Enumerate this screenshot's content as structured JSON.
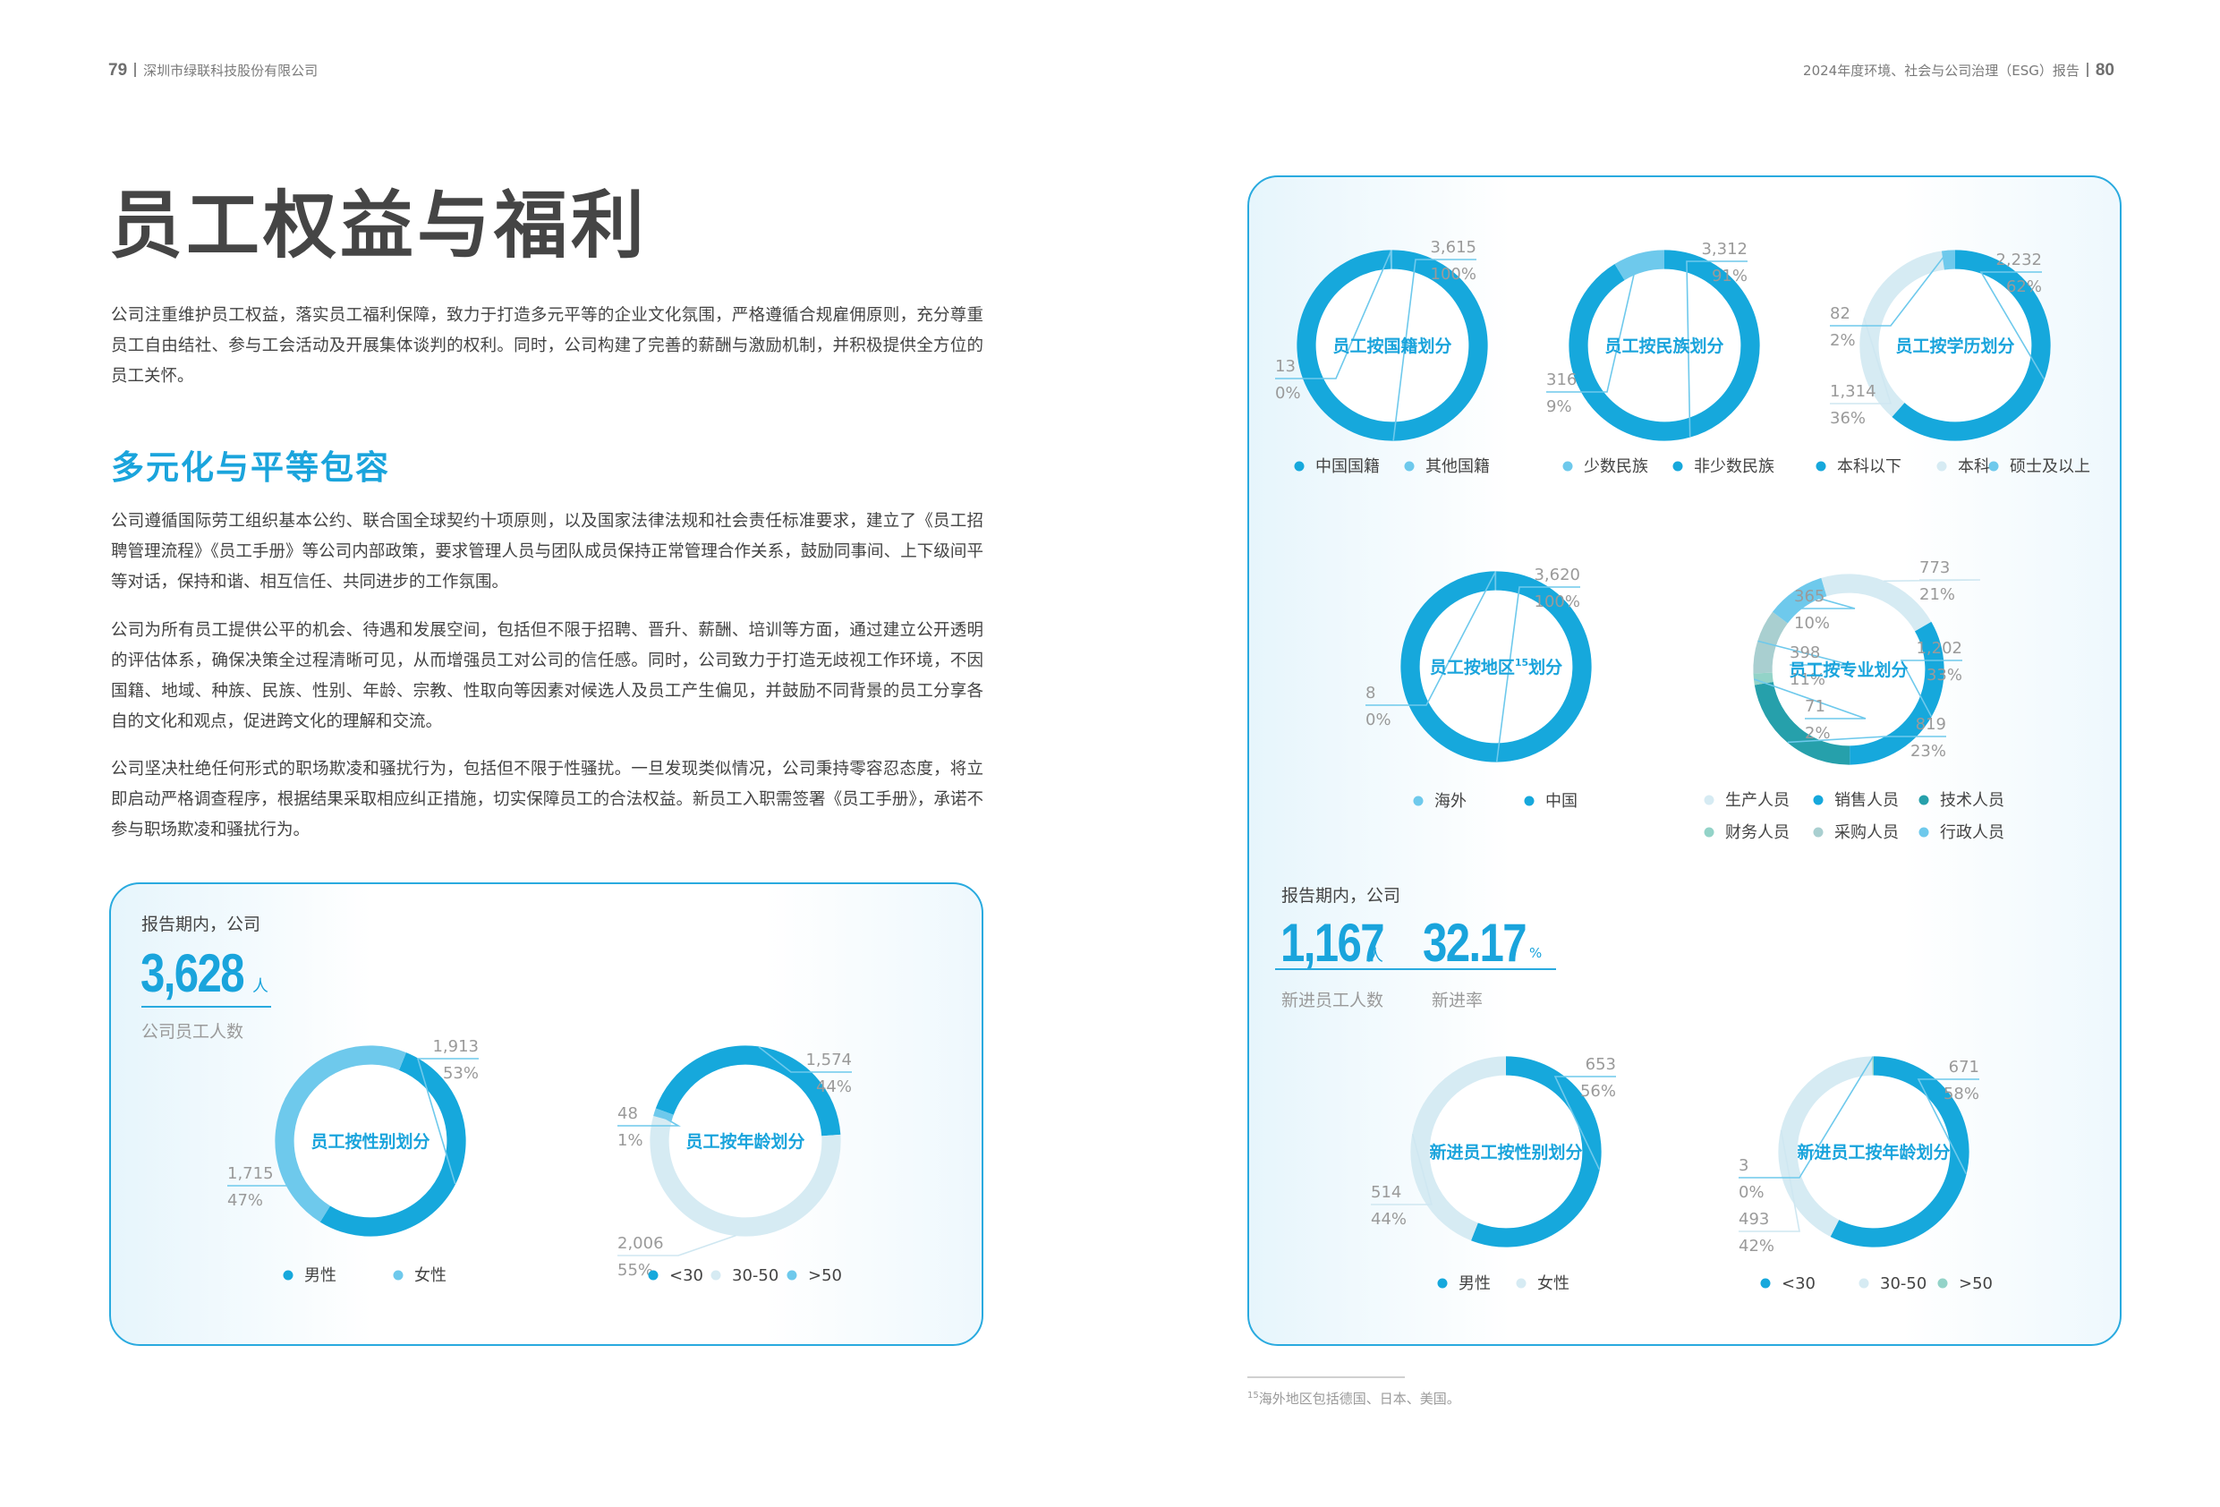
{
  "header": {
    "left_page_number": "79",
    "left_text": "深圳市绿联科技股份有限公司",
    "right_text": "2024年度环境、社会与公司治理（ESG）报告",
    "right_page_number": "80"
  },
  "page_title": "员工权益与福利",
  "intro": "公司注重维护员工权益，落实员工福利保障，致力于打造多元平等的企业文化氛围，严格遵循合规雇佣原则，充分尊重员工自由结社、参与工会活动及开展集体谈判的权利。同时，公司构建了完善的薪酬与激励机制，并积极提供全方位的员工关怀。",
  "section": {
    "title": "多元化与平等包容",
    "paragraphs": [
      "公司遵循国际劳工组织基本公约、联合国全球契约十项原则，以及国家法律法规和社会责任标准要求，建立了《员工招聘管理流程》《员工手册》等公司内部政策，要求管理人员与团队成员保持正常管理合作关系，鼓励同事间、上下级间平等对话，保持和谐、相互信任、共同进步的工作氛围。",
      "公司为所有员工提供公平的机会、待遇和发展空间，包括但不限于招聘、晋升、薪酬、培训等方面，通过建立公开透明的评估体系，确保决策全过程清晰可见，从而增强员工对公司的信任感。同时，公司致力于打造无歧视工作环境，不因国籍、地域、种族、民族、性别、年龄、宗教、性取向等因素对候选人及员工产生偏见，并鼓励不同背景的员工分享各自的文化和观点，促进跨文化的理解和交流。",
      "公司坚决杜绝任何形式的职场欺凌和骚扰行为，包括但不限于性骚扰。一旦发现类似情况，公司秉持零容忍态度，将立即启动严格调查程序，根据结果采取相应纠正措施，切实保障员工的合法权益。新员工入职需签署《员工手册》，承诺不参与职场欺凌和骚扰行为。"
    ]
  },
  "left_card": {
    "caption": "报告期内，公司",
    "total_value": "3,628",
    "total_unit": "人",
    "total_label": "公司员工人数"
  },
  "right_card": {
    "caption": "报告期内，公司",
    "new_hires_value": "1,167",
    "new_hires_unit": "人",
    "new_hires_label": "新进员工人数",
    "new_rate_value": "32.17",
    "new_rate_unit": "%",
    "new_rate_label": "新进率"
  },
  "footnote": {
    "marker": "15",
    "text": "海外地区包括德国、日本、美国。"
  },
  "colors": {
    "accent": "#1aa4dc",
    "blue": "#16a8dc",
    "light_blue": "#6ec9ec",
    "pale": "#d6ebf3",
    "teal": "#26a0ab",
    "mint": "#93d3c8",
    "grey_teal": "#a9cfd0",
    "label_grey": "#9a9a9a"
  },
  "chart_data": [
    {
      "id": "gender",
      "type": "pie",
      "donut": true,
      "title": "员工按性别划分",
      "slices": [
        {
          "name": "男性",
          "value": 1913,
          "pct": "53%",
          "value_label": "1,913",
          "color": "#16a8dc"
        },
        {
          "name": "女性",
          "value": 1715,
          "pct": "47%",
          "value_label": "1,715",
          "color": "#6ec9ec"
        }
      ],
      "legend": [
        "男性",
        "女性"
      ],
      "legend_placement": "bottom"
    },
    {
      "id": "age",
      "type": "pie",
      "donut": true,
      "title": "员工按年龄划分",
      "slices": [
        {
          "name": "<30",
          "value": 1574,
          "pct": "44%",
          "value_label": "1,574",
          "color": "#16a8dc"
        },
        {
          "name": "30-50",
          "value": 2006,
          "pct": "55%",
          "value_label": "2,006",
          "color": "#d6ebf3"
        },
        {
          "name": ">50",
          "value": 48,
          "pct": "1%",
          "value_label": "48",
          "color": "#6ec9ec"
        }
      ],
      "legend": [
        "<30",
        "30-50",
        ">50"
      ],
      "legend_placement": "bottom"
    },
    {
      "id": "nationality",
      "type": "pie",
      "donut": true,
      "title": "员工按国籍划分",
      "slices": [
        {
          "name": "中国国籍",
          "value": 3615,
          "pct": "100%",
          "value_label": "3,615",
          "color": "#16a8dc"
        },
        {
          "name": "其他国籍",
          "value": 13,
          "pct": "0%",
          "value_label": "13",
          "color": "#6ec9ec"
        }
      ],
      "legend": [
        "中国国籍",
        "其他国籍"
      ],
      "legend_placement": "bottom"
    },
    {
      "id": "ethnicity",
      "type": "pie",
      "donut": true,
      "title": "员工按民族划分",
      "slices": [
        {
          "name": "非少数民族",
          "value": 3312,
          "pct": "91%",
          "value_label": "3,312",
          "color": "#16a8dc"
        },
        {
          "name": "少数民族",
          "value": 316,
          "pct": "9%",
          "value_label": "316",
          "color": "#6ec9ec"
        }
      ],
      "legend": [
        "少数民族",
        "非少数民族"
      ],
      "legend_placement": "bottom"
    },
    {
      "id": "education",
      "type": "pie",
      "donut": true,
      "title": "员工按学历划分",
      "slices": [
        {
          "name": "本科以下",
          "value": 2232,
          "pct": "62%",
          "value_label": "2,232",
          "color": "#16a8dc"
        },
        {
          "name": "本科",
          "value": 1314,
          "pct": "36%",
          "value_label": "1,314",
          "color": "#d6ebf3"
        },
        {
          "name": "硕士及以上",
          "value": 82,
          "pct": "2%",
          "value_label": "82",
          "color": "#6ec9ec"
        }
      ],
      "legend": [
        "本科以下",
        "本科",
        "硕士及以上"
      ],
      "legend_placement": "bottom"
    },
    {
      "id": "region",
      "type": "pie",
      "donut": true,
      "title": "员工按地区划分",
      "title_footnote": "15",
      "slices": [
        {
          "name": "中国",
          "value": 3620,
          "pct": "100%",
          "value_label": "3,620",
          "color": "#16a8dc"
        },
        {
          "name": "海外",
          "value": 8,
          "pct": "0%",
          "value_label": "8",
          "color": "#6ec9ec"
        }
      ],
      "legend": [
        "海外",
        "中国"
      ],
      "legend_placement": "bottom"
    },
    {
      "id": "profession",
      "type": "pie",
      "donut": true,
      "title": "员工按专业划分",
      "slices": [
        {
          "name": "销售人员",
          "value": 1202,
          "pct": "33%",
          "value_label": "1,202",
          "color": "#16a8dc"
        },
        {
          "name": "技术人员",
          "value": 819,
          "pct": "23%",
          "value_label": "819",
          "color": "#26a0ab"
        },
        {
          "name": "财务人员",
          "value": 71,
          "pct": "2%",
          "value_label": "71",
          "color": "#93d3c8"
        },
        {
          "name": "采购人员",
          "value": 398,
          "pct": "11%",
          "value_label": "398",
          "color": "#a9cfd0"
        },
        {
          "name": "行政人员",
          "value": 365,
          "pct": "10%",
          "value_label": "365",
          "color": "#6ec9ec"
        },
        {
          "name": "生产人员",
          "value": 773,
          "pct": "21%",
          "value_label": "773",
          "color": "#d6ebf3"
        }
      ],
      "legend": [
        "生产人员",
        "销售人员",
        "技术人员",
        "财务人员",
        "采购人员",
        "行政人员"
      ],
      "legend_placement": "bottom"
    },
    {
      "id": "new_gender",
      "type": "pie",
      "donut": true,
      "title": "新进员工按性别划分",
      "slices": [
        {
          "name": "男性",
          "value": 653,
          "pct": "56%",
          "value_label": "653",
          "color": "#16a8dc"
        },
        {
          "name": "女性",
          "value": 514,
          "pct": "44%",
          "value_label": "514",
          "color": "#d6ebf3"
        }
      ],
      "legend": [
        "男性",
        "女性"
      ],
      "legend_placement": "bottom"
    },
    {
      "id": "new_age",
      "type": "pie",
      "donut": true,
      "title": "新进员工按年龄划分",
      "slices": [
        {
          "name": "<30",
          "value": 671,
          "pct": "58%",
          "value_label": "671",
          "color": "#16a8dc"
        },
        {
          "name": "30-50",
          "value": 493,
          "pct": "42%",
          "value_label": "493",
          "color": "#d6ebf3"
        },
        {
          "name": ">50",
          "value": 3,
          "pct": "0%",
          "value_label": "3",
          "color": "#93d3c8"
        }
      ],
      "legend": [
        "<30",
        "30-50",
        ">50"
      ],
      "legend_placement": "bottom"
    }
  ]
}
